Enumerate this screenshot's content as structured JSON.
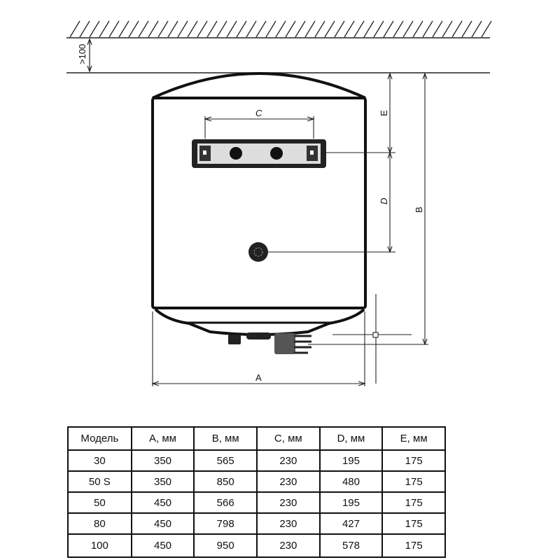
{
  "drawing": {
    "min_clearance_label": ">100",
    "dimension_labels": {
      "A": "A",
      "B": "B",
      "C": "C",
      "D": "D",
      "E": "E"
    }
  },
  "table": {
    "headers": [
      "Модель",
      "A, мм",
      "B, мм",
      "C, мм",
      "D, мм",
      "E, мм"
    ],
    "rows": [
      [
        "30",
        "350",
        "565",
        "230",
        "195",
        "175"
      ],
      [
        "50 S",
        "350",
        "850",
        "230",
        "480",
        "175"
      ],
      [
        "50",
        "450",
        "566",
        "230",
        "195",
        "175"
      ],
      [
        "80",
        "450",
        "798",
        "230",
        "427",
        "175"
      ],
      [
        "100",
        "450",
        "950",
        "230",
        "578",
        "175"
      ]
    ]
  }
}
